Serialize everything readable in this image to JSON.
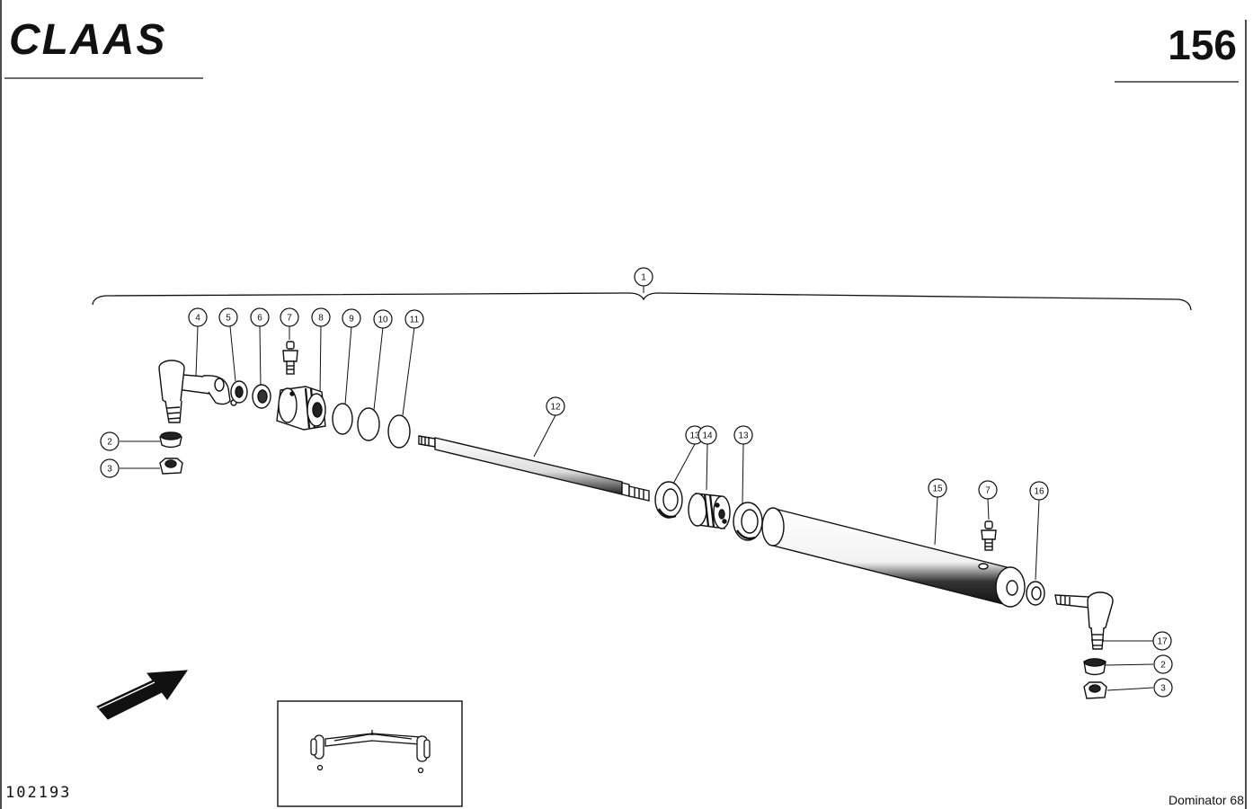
{
  "header": {
    "brand": "CLAAS",
    "page_number": "156"
  },
  "footer": {
    "image_number": "102193",
    "model": "Dominator 68"
  },
  "callouts": [
    {
      "id": "c1",
      "label": "1"
    },
    {
      "id": "c2a",
      "label": "2"
    },
    {
      "id": "c3a",
      "label": "3"
    },
    {
      "id": "c4",
      "label": "4"
    },
    {
      "id": "c5",
      "label": "5"
    },
    {
      "id": "c6",
      "label": "6"
    },
    {
      "id": "c7a",
      "label": "7"
    },
    {
      "id": "c8",
      "label": "8"
    },
    {
      "id": "c9",
      "label": "9"
    },
    {
      "id": "c10",
      "label": "10"
    },
    {
      "id": "c11",
      "label": "11"
    },
    {
      "id": "c12",
      "label": "12"
    },
    {
      "id": "c13a",
      "label": "13"
    },
    {
      "id": "c14",
      "label": "14"
    },
    {
      "id": "c13b",
      "label": "13"
    },
    {
      "id": "c15",
      "label": "15"
    },
    {
      "id": "c7b",
      "label": "7"
    },
    {
      "id": "c16",
      "label": "16"
    },
    {
      "id": "c17",
      "label": "17"
    },
    {
      "id": "c2b",
      "label": "2"
    },
    {
      "id": "c3b",
      "label": "3"
    }
  ]
}
